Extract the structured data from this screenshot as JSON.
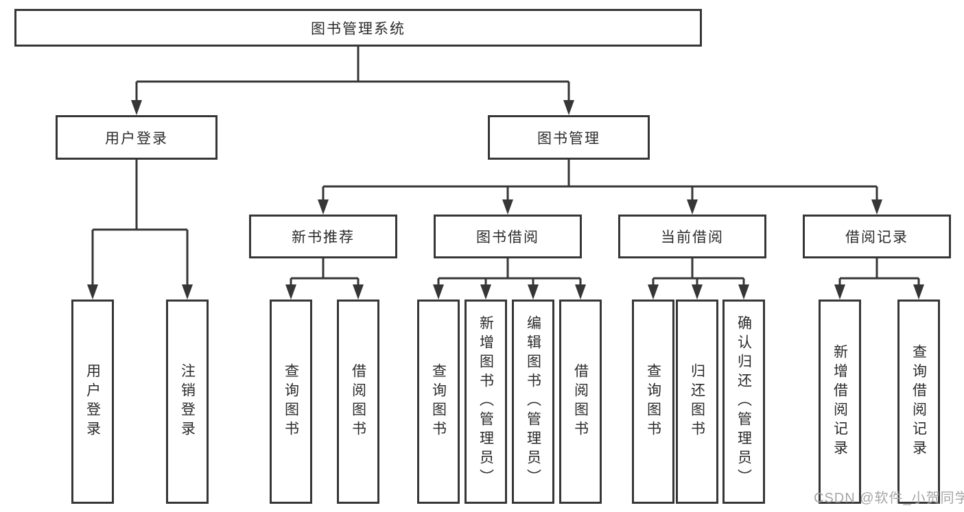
{
  "diagram": {
    "root": {
      "label": "图书管理系统"
    },
    "level1": [
      {
        "label": "用户登录"
      },
      {
        "label": "图书管理"
      }
    ],
    "level2": [
      {
        "label": "新书推荐"
      },
      {
        "label": "图书借阅"
      },
      {
        "label": "当前借阅"
      },
      {
        "label": "借阅记录"
      }
    ],
    "leaves": [
      {
        "label": "用户登录"
      },
      {
        "label": "注销登录"
      },
      {
        "label": "查询图书"
      },
      {
        "label": "借阅图书"
      },
      {
        "label": "查询图书"
      },
      {
        "label": "新增图书（管理员）"
      },
      {
        "label": "编辑图书（管理员）"
      },
      {
        "label": "借阅图书"
      },
      {
        "label": "查询图书"
      },
      {
        "label": "归还图书"
      },
      {
        "label": "确认归还（管理员）"
      },
      {
        "label": "新增借阅记录"
      },
      {
        "label": "查询借阅记录"
      }
    ]
  },
  "watermark": {
    "text": "CSDN @软件_小贺同学"
  },
  "colors": {
    "line": "#363636",
    "text": "#2b2b2b",
    "watermark": "#a6a6a6",
    "background": "#ffffff"
  }
}
